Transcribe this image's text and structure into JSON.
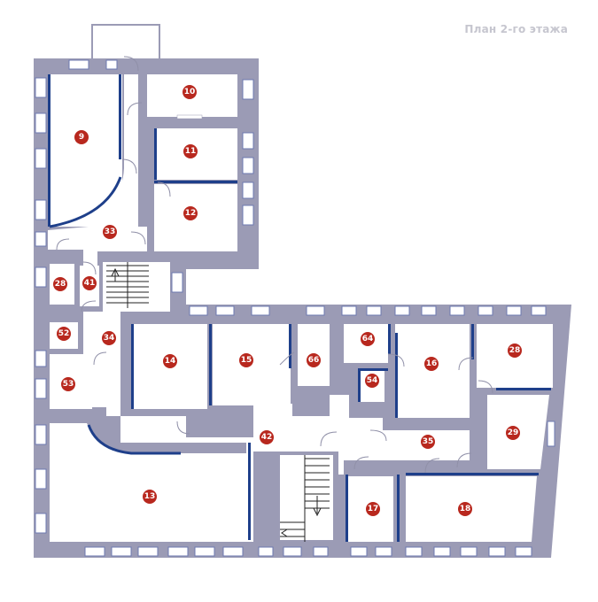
{
  "title": "План 2-го этажа",
  "rooms": [
    {
      "id": "r9",
      "label": "9"
    },
    {
      "id": "r10",
      "label": "10"
    },
    {
      "id": "r11",
      "label": "11"
    },
    {
      "id": "r12",
      "label": "12"
    },
    {
      "id": "r33",
      "label": "33"
    },
    {
      "id": "r28a",
      "label": "28"
    },
    {
      "id": "r41",
      "label": "41"
    },
    {
      "id": "r52",
      "label": "52"
    },
    {
      "id": "r34",
      "label": "34"
    },
    {
      "id": "r53",
      "label": "53"
    },
    {
      "id": "r14",
      "label": "14"
    },
    {
      "id": "r15",
      "label": "15"
    },
    {
      "id": "r66",
      "label": "66"
    },
    {
      "id": "r64",
      "label": "64"
    },
    {
      "id": "r54",
      "label": "54"
    },
    {
      "id": "r16",
      "label": "16"
    },
    {
      "id": "r28b",
      "label": "28"
    },
    {
      "id": "r29",
      "label": "29"
    },
    {
      "id": "r42",
      "label": "42"
    },
    {
      "id": "r35",
      "label": "35"
    },
    {
      "id": "r13",
      "label": "13"
    },
    {
      "id": "r17",
      "label": "17"
    },
    {
      "id": "r18",
      "label": "18"
    }
  ]
}
